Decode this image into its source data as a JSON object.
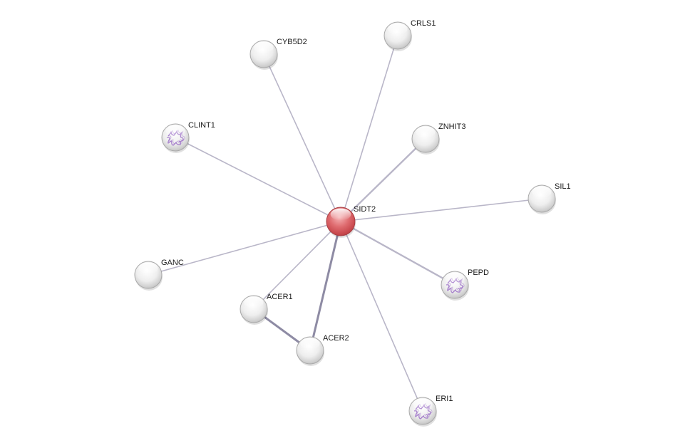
{
  "network": {
    "center": "SIDT2",
    "nodes": [
      {
        "id": "SIDT2",
        "label": "SIDT2",
        "color": "#d9575c",
        "has_structure": false
      },
      {
        "id": "CRLS1",
        "label": "CRLS1",
        "color": "#e6e6e6",
        "has_structure": false
      },
      {
        "id": "CYB5D2",
        "label": "CYB5D2",
        "color": "#e6e6e6",
        "has_structure": false
      },
      {
        "id": "CLINT1",
        "label": "CLINT1",
        "color": "#e6e6e6",
        "has_structure": true
      },
      {
        "id": "ZNHIT3",
        "label": "ZNHIT3",
        "color": "#e6e6e6",
        "has_structure": false
      },
      {
        "id": "SIL1",
        "label": "SIL1",
        "color": "#e6e6e6",
        "has_structure": false
      },
      {
        "id": "GANC",
        "label": "GANC",
        "color": "#e6e6e6",
        "has_structure": false
      },
      {
        "id": "PEPD",
        "label": "PEPD",
        "color": "#e6e6e6",
        "has_structure": true
      },
      {
        "id": "ACER1",
        "label": "ACER1",
        "color": "#e6e6e6",
        "has_structure": false
      },
      {
        "id": "ACER2",
        "label": "ACER2",
        "color": "#e6e6e6",
        "has_structure": false
      },
      {
        "id": "ERI1",
        "label": "ERI1",
        "color": "#e6e6e6",
        "has_structure": true
      }
    ],
    "edges": [
      {
        "source": "SIDT2",
        "target": "CRLS1",
        "strength": 1
      },
      {
        "source": "SIDT2",
        "target": "CYB5D2",
        "strength": 1
      },
      {
        "source": "SIDT2",
        "target": "CLINT1",
        "strength": 1
      },
      {
        "source": "SIDT2",
        "target": "ZNHIT3",
        "strength": 2
      },
      {
        "source": "SIDT2",
        "target": "SIL1",
        "strength": 1
      },
      {
        "source": "SIDT2",
        "target": "GANC",
        "strength": 1
      },
      {
        "source": "SIDT2",
        "target": "PEPD",
        "strength": 2
      },
      {
        "source": "SIDT2",
        "target": "ACER1",
        "strength": 1
      },
      {
        "source": "SIDT2",
        "target": "ACER2",
        "strength": 3
      },
      {
        "source": "SIDT2",
        "target": "ERI1",
        "strength": 1
      },
      {
        "source": "ACER1",
        "target": "ACER2",
        "strength": 3
      }
    ],
    "colors": {
      "edge": "#b9b6c8",
      "edge_strong": "#8e8ba4",
      "structure": "#9b6fc7",
      "node_outline": "#a8a8a8",
      "center_outline": "#a84045"
    }
  }
}
